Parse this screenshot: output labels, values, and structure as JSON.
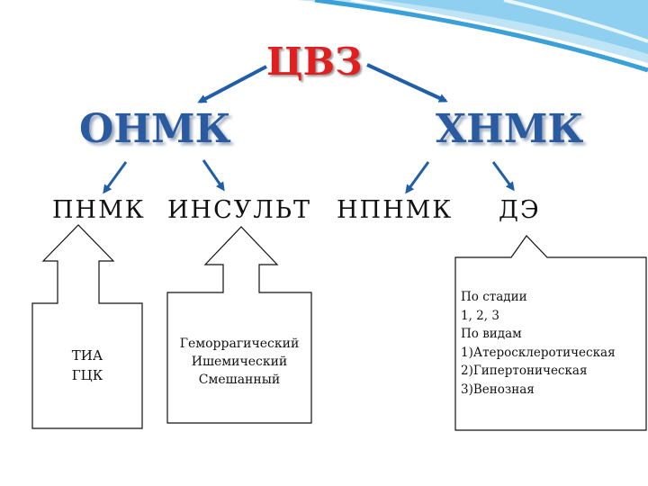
{
  "title": "ЦВЗ",
  "level1": {
    "left": "ОНМК",
    "right": "ХНМК"
  },
  "level2": {
    "a": "ПНМК",
    "b": "ИНСУЛЬТ",
    "c": "НПНМК",
    "d": "ДЭ"
  },
  "boxes": {
    "left": [
      "ТИА",
      "ГЦК"
    ],
    "middle": [
      "Геморрагический",
      "Ишемический",
      "Смешанный"
    ],
    "right": [
      "По стадии",
      "1, 2, 3",
      "По видам",
      "1)Атеросклеротическая",
      "2)Гипертоническая",
      "3)Венозная"
    ]
  },
  "colors": {
    "title": "#e02020",
    "headings": "#2a5aa0",
    "arrows": "#1f5ea8",
    "deco_dark": "#3aa0d8",
    "deco_light": "#bfe4f6"
  }
}
